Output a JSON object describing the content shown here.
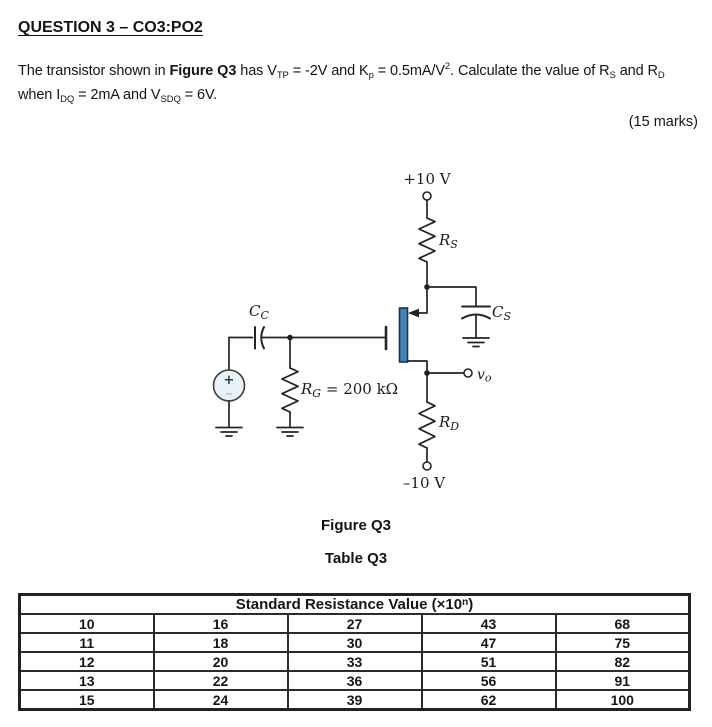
{
  "page": {
    "heading": "QUESTION 3 – CO3:PO2",
    "marks": "(15 marks)"
  },
  "problem": {
    "line1": [
      {
        "text": "The transistor shown in "
      },
      {
        "text": "Figure Q3"
      },
      {
        "text": " has V"
      },
      {
        "text": "TP"
      },
      {
        "text": " = -2V and K"
      },
      {
        "text": "p"
      },
      {
        "text": " = 0.5mA/V"
      },
      {
        "text": "2"
      },
      {
        "text": ". Calculate the value of R"
      },
      {
        "text": "S"
      },
      {
        "text": " and R"
      },
      {
        "text": "D"
      }
    ],
    "line2": [
      {
        "text": "when I"
      },
      {
        "text": "DQ"
      },
      {
        "text": " = 2mA and V"
      },
      {
        "text": "SDQ"
      },
      {
        "text": " = 6V."
      }
    ]
  },
  "circuit": {
    "supply_top": "+10 V",
    "supply_bottom": "–10 V",
    "rs": {
      "sym": "R",
      "sub": "S"
    },
    "rd": {
      "sym": "R",
      "sub": "D"
    },
    "rg": {
      "sym": "R",
      "sub": "G",
      "eq": " = 200 kΩ"
    },
    "cc": {
      "sym": "C",
      "sub": "C"
    },
    "cs": {
      "sym": "C",
      "sub": "S"
    },
    "vo": {
      "sym": "v",
      "sub": "o"
    },
    "source_plus": "+",
    "source_minus": "−",
    "colors": {
      "channel_fill": "#4285b4",
      "channel_stroke": "#16324f",
      "source_fill": "#e7f3f8",
      "wire": "#242424"
    }
  },
  "captions": {
    "figure": "Figure Q3",
    "table": "Table Q3"
  },
  "table": {
    "title_prefix": "Standard Resistance Value (×10",
    "title_sup": "n",
    "title_suffix": ")",
    "rows": [
      [
        "10",
        "16",
        "27",
        "43",
        "68"
      ],
      [
        "11",
        "18",
        "30",
        "47",
        "75"
      ],
      [
        "12",
        "20",
        "33",
        "51",
        "82"
      ],
      [
        "13",
        "22",
        "36",
        "56",
        "91"
      ],
      [
        "15",
        "24",
        "39",
        "62",
        "100"
      ]
    ]
  }
}
